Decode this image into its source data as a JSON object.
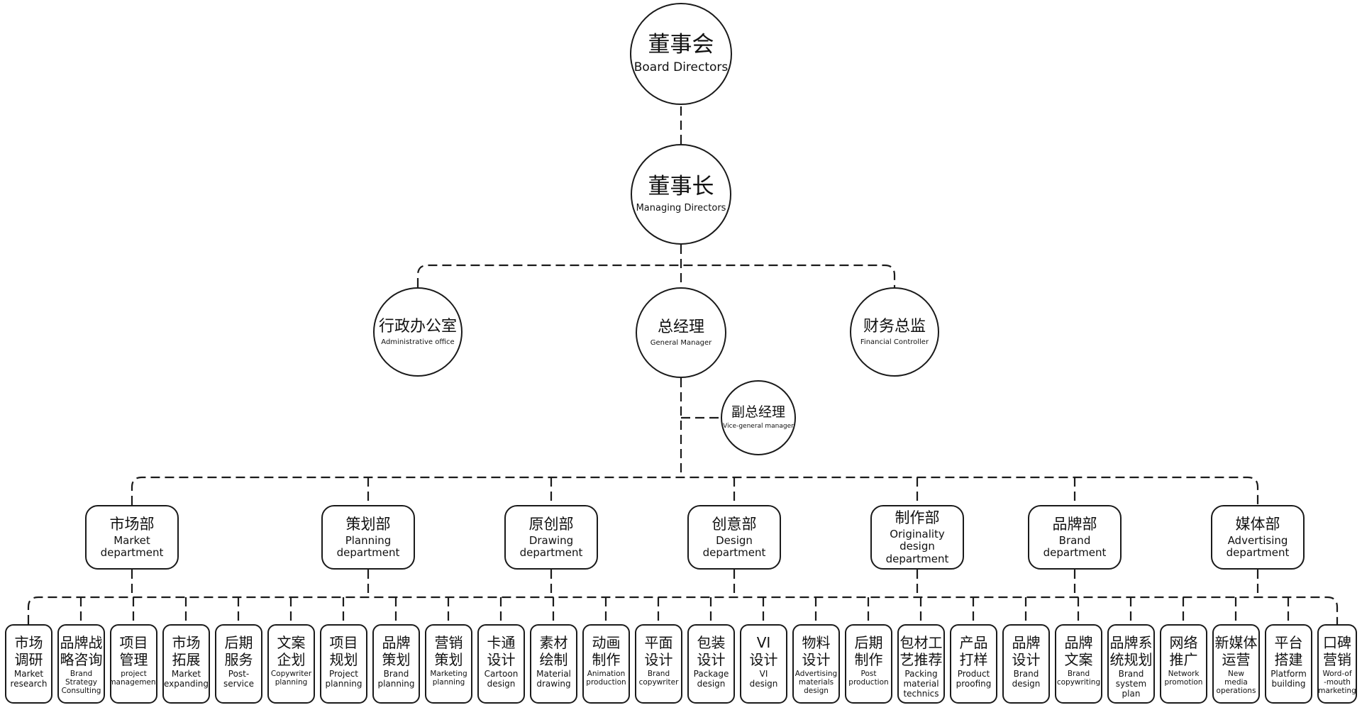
{
  "board": {
    "zh": "董事会",
    "en": "Board Directors"
  },
  "managing": {
    "zh": "董事长",
    "en": "Managing Directors"
  },
  "admin_office": {
    "zh": "行政办公室",
    "en": "Administrative office"
  },
  "general_manager": {
    "zh": "总经理",
    "en": "General Manager"
  },
  "financial": {
    "zh": "财务总监",
    "en": "Financial Controller"
  },
  "vice_gm": {
    "zh": "副总经理",
    "en": "Vice-general manager"
  },
  "departments": [
    {
      "zh": "市场部",
      "en": "Market\ndepartment"
    },
    {
      "zh": "策划部",
      "en": "Planning\ndepartment"
    },
    {
      "zh": "原创部",
      "en": "Drawing\ndepartment"
    },
    {
      "zh": "创意部",
      "en": "Design\ndepartment"
    },
    {
      "zh": "制作部",
      "en": "Originality design\ndepartment"
    },
    {
      "zh": "品牌部",
      "en": "Brand\ndepartment"
    },
    {
      "zh": "媒体部",
      "en": "Advertising\ndepartment"
    }
  ],
  "services": [
    {
      "zh": "市场\n调研",
      "en": "Market\nresearch"
    },
    {
      "zh": "品牌战\n略咨询",
      "en": "Brand\nStrategy\nConsulting"
    },
    {
      "zh": "项目\n管理",
      "en": "project\nmanagement"
    },
    {
      "zh": "市场\n拓展",
      "en": "Market\nexpanding"
    },
    {
      "zh": "后期\n服务",
      "en": "Post-\nservice"
    },
    {
      "zh": "文案\n企划",
      "en": "Copywriter\nplanning"
    },
    {
      "zh": "项目\n规划",
      "en": "Project\nplanning"
    },
    {
      "zh": "品牌\n策划",
      "en": "Brand\nplanning"
    },
    {
      "zh": "营销\n策划",
      "en": "Marketing\nplanning"
    },
    {
      "zh": "卡通\n设计",
      "en": "Cartoon\ndesign"
    },
    {
      "zh": "素材\n绘制",
      "en": "Material\ndrawing"
    },
    {
      "zh": "动画\n制作",
      "en": "Animation\nproduction"
    },
    {
      "zh": "平面\n设计",
      "en": "Brand\ncopywriter"
    },
    {
      "zh": "包装\n设计",
      "en": "Package\ndesign"
    },
    {
      "zh": "VI\n设计",
      "en": "VI\ndesign"
    },
    {
      "zh": "物料\n设计",
      "en": "Advertising\nmaterials\ndesign"
    },
    {
      "zh": "后期\n制作",
      "en": "Post\nproduction"
    },
    {
      "zh": "包材工\n艺推荐",
      "en": "Packing\nmaterial\ntechnics"
    },
    {
      "zh": "产品\n打样",
      "en": "Product\nproofing"
    },
    {
      "zh": "品牌\n设计",
      "en": "Brand\ndesign"
    },
    {
      "zh": "品牌\n文案",
      "en": "Brand\ncopywriting"
    },
    {
      "zh": "品牌系\n统规划",
      "en": "Brand\nsystem\nplan"
    },
    {
      "zh": "网络\n推广",
      "en": "Network\npromotion"
    },
    {
      "zh": "新媒体\n运营",
      "en": "New\nmedia\noperations"
    },
    {
      "zh": "平台\n搭建",
      "en": "Platform\nbuilding"
    },
    {
      "zh": "口碑\n营销",
      "en": "Word-of\n-mouth\nmarketing"
    }
  ]
}
